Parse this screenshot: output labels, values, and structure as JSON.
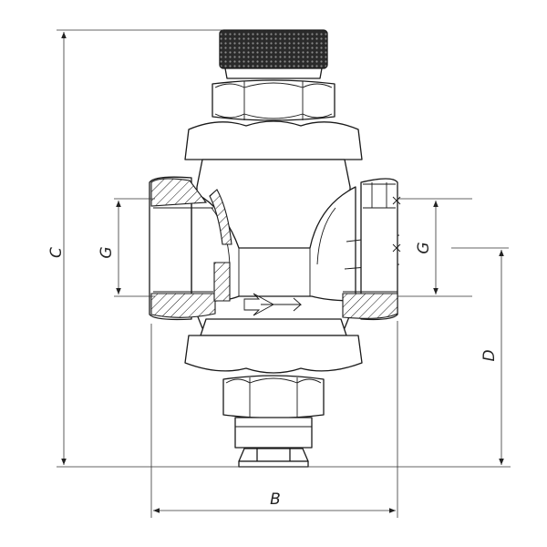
{
  "labels": {
    "overall_height": "C",
    "inlet_thread": "G",
    "outlet_thread": "G",
    "outlet_offset": "D",
    "body_width": "B"
  }
}
